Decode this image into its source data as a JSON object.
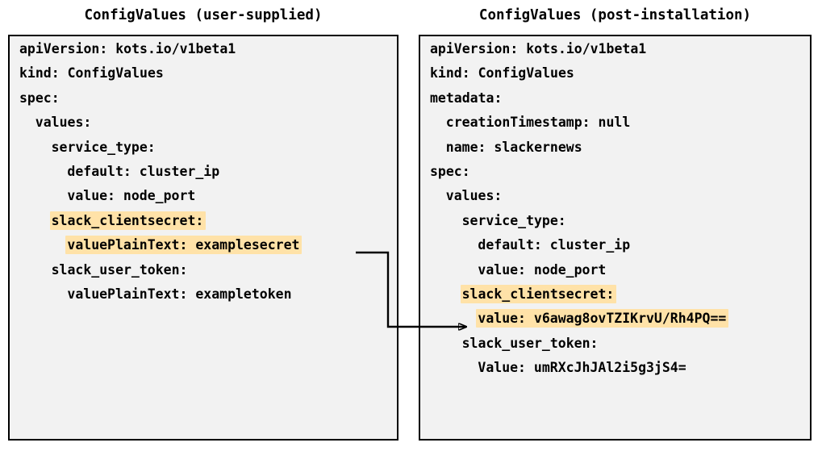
{
  "diagram": {
    "title_left": "ConfigValues (user-supplied)",
    "title_right": "ConfigValues (post-installation)",
    "highlight_color": "#FFE2A8",
    "panel_fill": "#F2F2F2",
    "border_color": "#000000",
    "text_color": "#000000",
    "background": "#FFFFFF"
  },
  "left_panel": {
    "title": "ConfigValues (user-supplied)",
    "lines": [
      {
        "indent": 0,
        "text": "apiVersion: kots.io/v1beta1",
        "highlight": false
      },
      {
        "indent": 0,
        "text": "kind: ConfigValues",
        "highlight": false
      },
      {
        "indent": 0,
        "text": "spec:",
        "highlight": false
      },
      {
        "indent": 1,
        "text": "values:",
        "highlight": false
      },
      {
        "indent": 2,
        "text": "service_type:",
        "highlight": false
      },
      {
        "indent": 3,
        "text": "default: cluster_ip",
        "highlight": false
      },
      {
        "indent": 3,
        "text": "value: node_port",
        "highlight": false
      },
      {
        "indent": 2,
        "text": "slack_clientsecret:",
        "highlight": true
      },
      {
        "indent": 3,
        "text": "valuePlainText: examplesecret",
        "highlight": true
      },
      {
        "indent": 2,
        "text": "slack_user_token:",
        "highlight": false
      },
      {
        "indent": 3,
        "text": "valuePlainText: exampletoken",
        "highlight": false
      }
    ]
  },
  "right_panel": {
    "title": "ConfigValues (post-installation)",
    "lines": [
      {
        "indent": 0,
        "text": "apiVersion: kots.io/v1beta1",
        "highlight": false
      },
      {
        "indent": 0,
        "text": "kind: ConfigValues",
        "highlight": false
      },
      {
        "indent": 0,
        "text": "metadata:",
        "highlight": false
      },
      {
        "indent": 1,
        "text": "creationTimestamp: null",
        "highlight": false
      },
      {
        "indent": 1,
        "text": "name: slackernews",
        "highlight": false
      },
      {
        "indent": 0,
        "text": "spec:",
        "highlight": false
      },
      {
        "indent": 1,
        "text": "values:",
        "highlight": false
      },
      {
        "indent": 2,
        "text": "service_type:",
        "highlight": false
      },
      {
        "indent": 3,
        "text": "default: cluster_ip",
        "highlight": false
      },
      {
        "indent": 3,
        "text": "value: node_port",
        "highlight": false
      },
      {
        "indent": 2,
        "text": "slack_clientsecret:",
        "highlight": true
      },
      {
        "indent": 3,
        "text": "value: v6awag8ovTZIKrvU/Rh4PQ==",
        "highlight": true
      },
      {
        "indent": 2,
        "text": "slack_user_token:",
        "highlight": false
      },
      {
        "indent": 3,
        "text": "Value: umRXcJhJAl2i5g3jS4=",
        "highlight": false
      }
    ]
  },
  "connector": {
    "label": "transform-arrow",
    "from_line": "valuePlainText: examplesecret",
    "to_line": "value: v6awag8ovTZIKrvU/Rh4PQ=="
  }
}
